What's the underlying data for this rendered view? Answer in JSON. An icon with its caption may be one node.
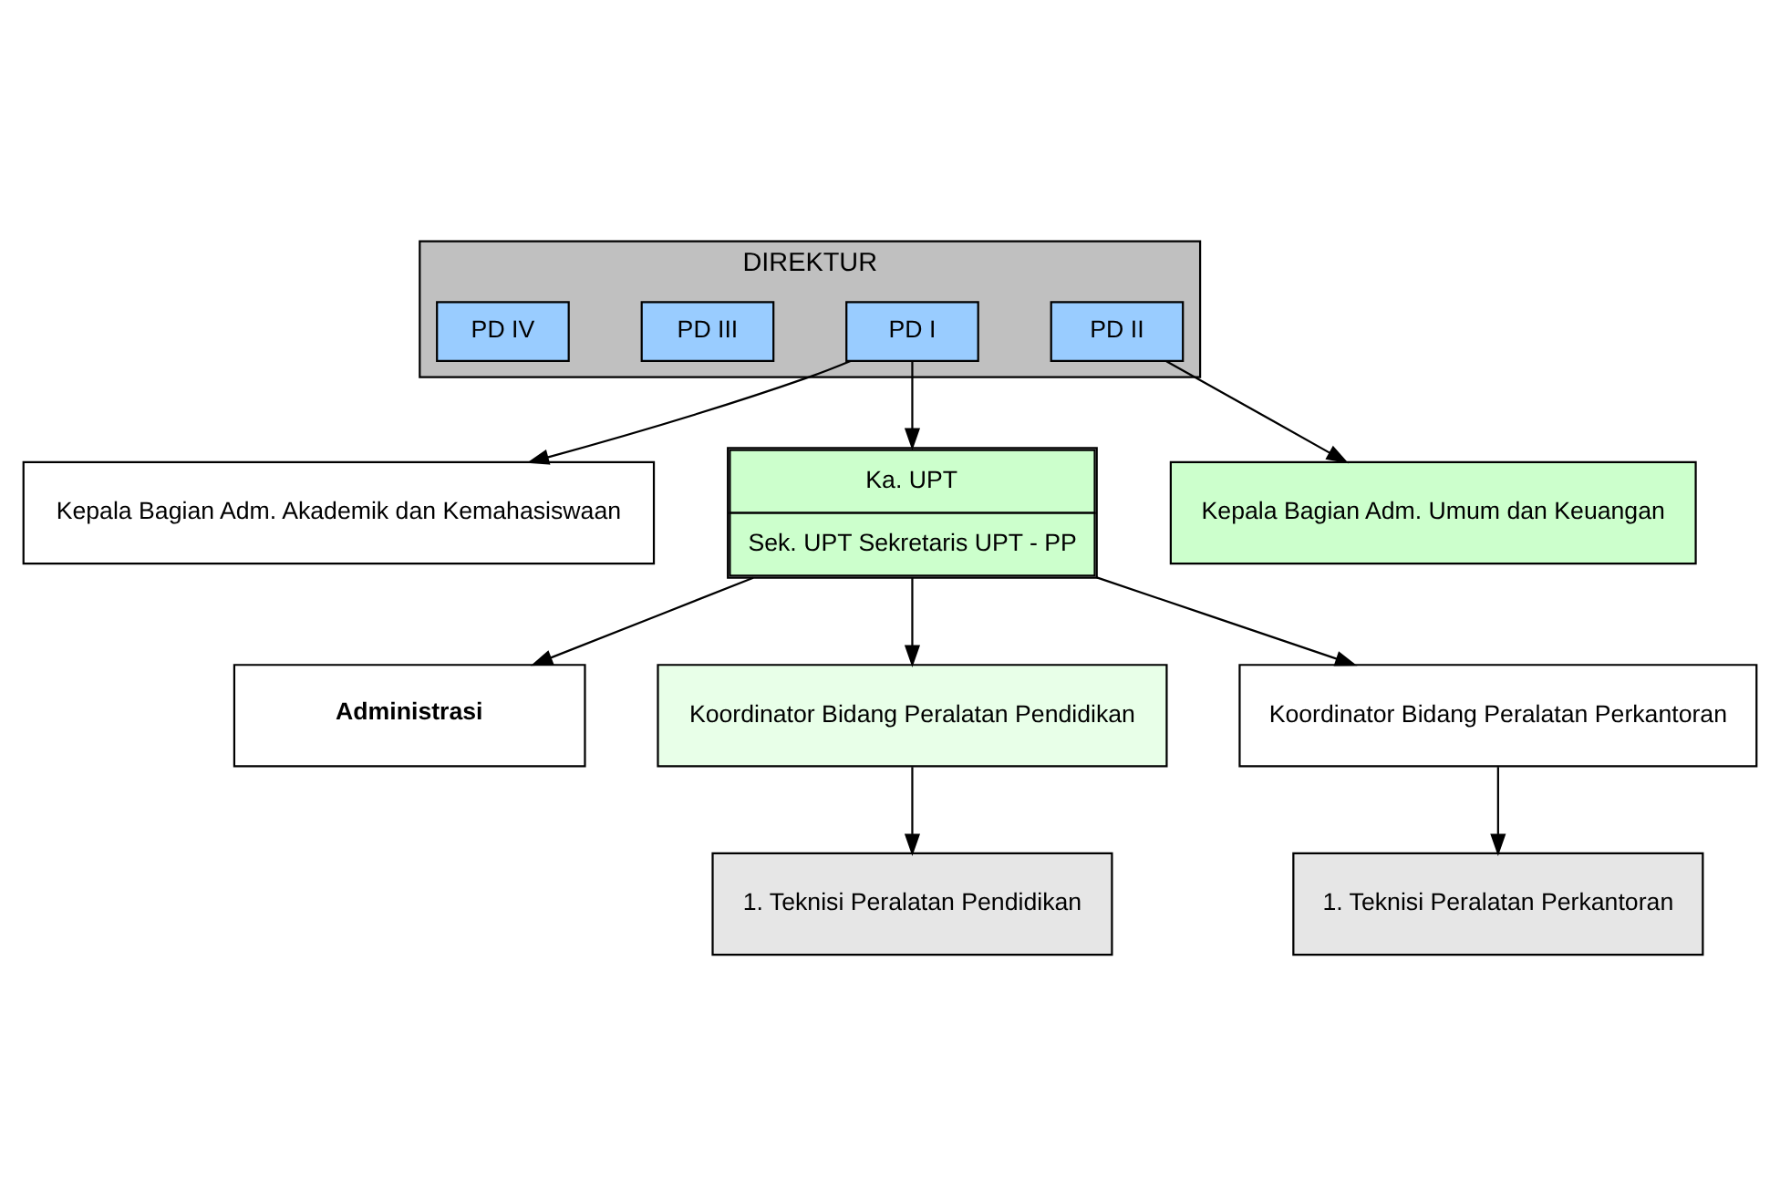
{
  "diagram": {
    "nodes": [
      {
        "text": [
          "DIREKTUR"
        ]
      },
      {
        "text": [
          "PD I"
        ],
        "in": 0
      },
      {
        "text": [
          "PD II"
        ],
        "in": 0
      },
      {
        "text": [
          "PD III"
        ],
        "in": 0
      },
      {
        "text": [
          "PD IV"
        ],
        "in": 0
      },
      {
        "text": [
          "Kepala Bagian Adm. Akademik dan Kemahasiswaan"
        ]
      },
      {
        "text": [
          "Ka. UPT",
          "Sek. UPT Sekretaris UPT - PP"
        ]
      },
      {
        "text": [
          "Kepala Bagian Adm. Umum dan Keuangan"
        ]
      },
      {
        "text": [
          "Administrasi"
        ]
      },
      {
        "text": [
          "Koordinator Bidang Peralatan Pendidikan"
        ]
      },
      {
        "text": [
          "Koordinator Bidang Peralatan Perkantoran"
        ]
      },
      {
        "text": [
          "1. Teknisi Peralatan Pendidikan"
        ]
      },
      {
        "text": [
          "1. Teknisi Peralatan Perkantoran"
        ]
      }
    ],
    "edges": [
      {
        "from": 1,
        "to": 5,
        "arrow": "to"
      },
      {
        "from": 1,
        "to": 6,
        "arrow": "to"
      },
      {
        "from": 2,
        "to": 7,
        "arrow": "to"
      },
      {
        "from": 6,
        "to": 8,
        "arrow": "to"
      },
      {
        "from": 6,
        "to": 9,
        "arrow": "to"
      },
      {
        "from": 6,
        "to": 10,
        "arrow": "to"
      },
      {
        "from": 9,
        "to": 11,
        "arrow": "to"
      },
      {
        "from": 10,
        "to": 12,
        "arrow": "to"
      }
    ]
  }
}
